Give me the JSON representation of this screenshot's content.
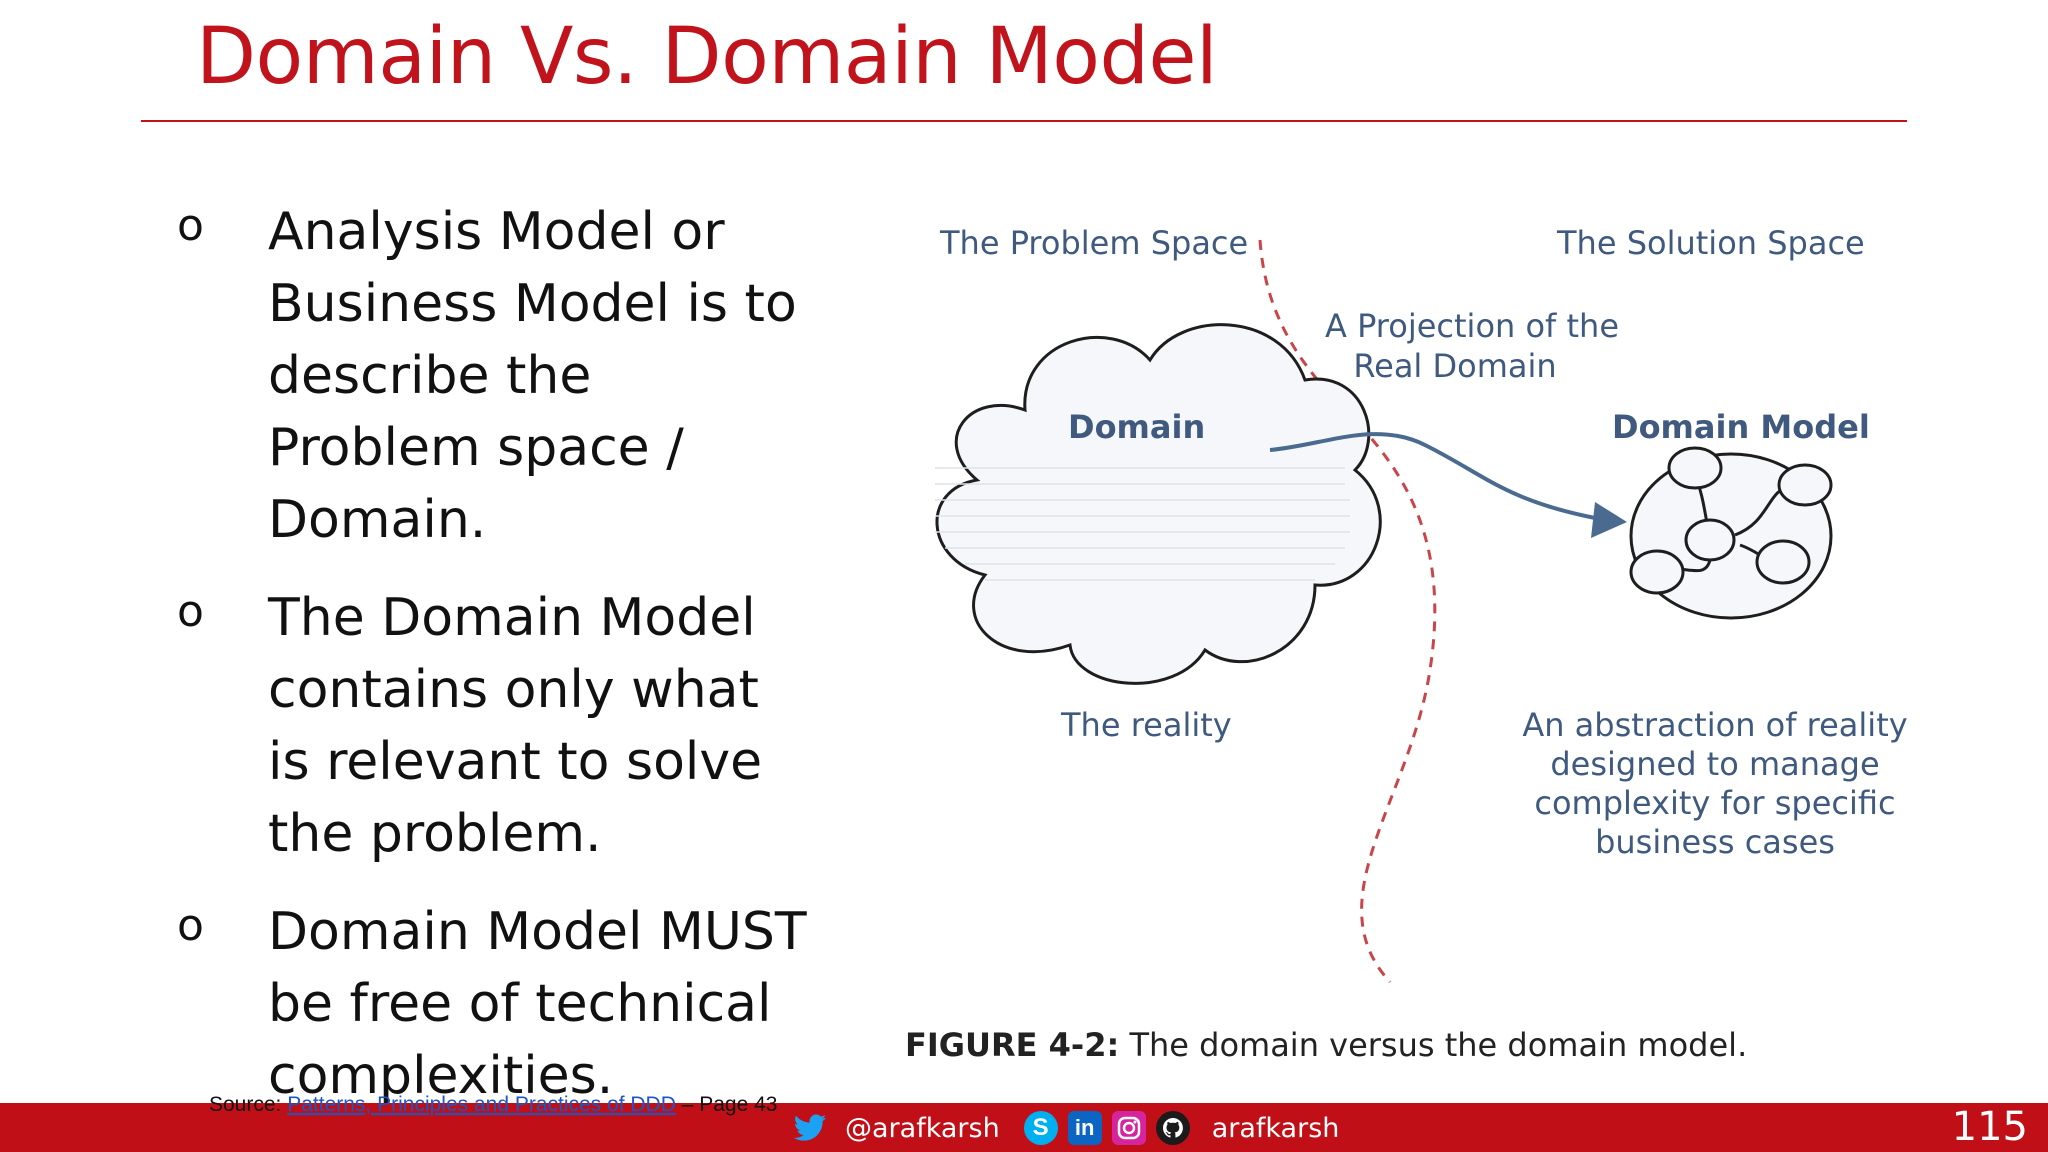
{
  "slide": {
    "title": "Domain Vs. Domain Model",
    "bullet_marker": "o",
    "bullets": [
      "Analysis Model or Business Model is to describe the Problem space / Domain.",
      "The Domain Model contains only what is relevant to solve the problem.",
      "Domain Model MUST be free of technical complexities."
    ],
    "page_number": "115"
  },
  "figure": {
    "problem_space": "The Problem Space",
    "solution_space": "The Solution Space",
    "projection_line1": "A Projection of the",
    "projection_line2": "Real Domain",
    "domain": "Domain",
    "domain_model": "Domain Model",
    "reality": "The reality",
    "abstraction_lines": [
      "An abstraction of reality",
      "designed to manage",
      "complexity for specific",
      "business cases"
    ],
    "caption_label": "FIGURE 4-2:",
    "caption_text": "The domain versus the domain model.",
    "colors": {
      "text": "#3f5a7e",
      "arrow": "#4a6a90",
      "divider": "#c8464a"
    }
  },
  "source": {
    "prefix": "Source:",
    "link_text": "Patterns, Principles and Practices of DDD",
    "suffix": "– Page 43"
  },
  "footer": {
    "twitter_handle": "@arafkarsh",
    "github_handle": "arafkarsh",
    "icons": [
      "twitter-icon",
      "skype-icon",
      "linkedin-icon",
      "instagram-icon",
      "github-icon"
    ],
    "background": "#c00f17"
  }
}
